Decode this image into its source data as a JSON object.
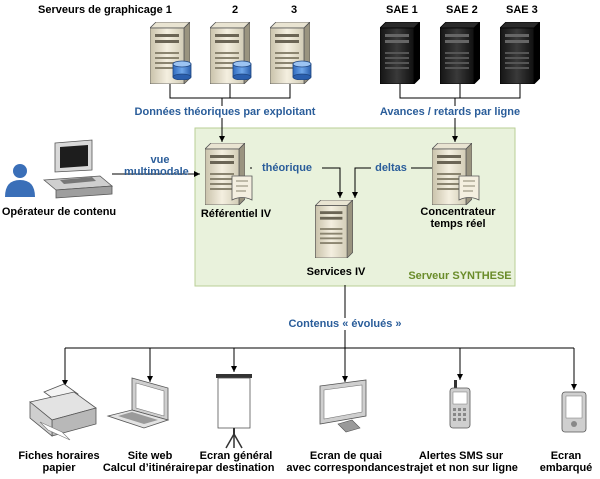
{
  "servers_graphing": {
    "title": "Serveurs de graphicage 1",
    "n2": "2",
    "n3": "3"
  },
  "sae": {
    "s1": "SAE 1",
    "s2": "SAE 2",
    "s3": "SAE 3"
  },
  "edges": {
    "donnees": "Données théoriques par exploitant",
    "avances": "Avances / retards par ligne",
    "vue_line1": "vue",
    "vue_line2": "multimodale",
    "theorique": "théorique",
    "deltas": "deltas",
    "contenus": "Contenus « évolués »"
  },
  "nodes": {
    "operateur": "Opérateur de contenu",
    "referentiel": "Référentiel IV",
    "concentrateur_line1": "Concentrateur",
    "concentrateur_line2": "temps réel",
    "services": "Services IV",
    "serveur_synthese": "Serveur SYNTHESE"
  },
  "outputs": {
    "fiches_l1": "Fiches horaires",
    "fiches_l2": "papier",
    "site_l1": "Site web",
    "site_l2": "Calcul d’itinéraire",
    "ecran_general_l1": "Ecran général",
    "ecran_general_l2": "par destination",
    "ecran_quai_l1": "Ecran de quai",
    "ecran_quai_l2": "avec correspondances",
    "alertes_l1": "Alertes SMS sur",
    "alertes_l2": "trajet et non sur ligne",
    "embarque_l1": "Ecran",
    "embarque_l2": "embarqué"
  },
  "colors": {
    "blue_text": "#2a5d9a",
    "green_box": "#e9f2dc",
    "green_border": "#b9cf96",
    "green_text": "#6a8c2a"
  }
}
